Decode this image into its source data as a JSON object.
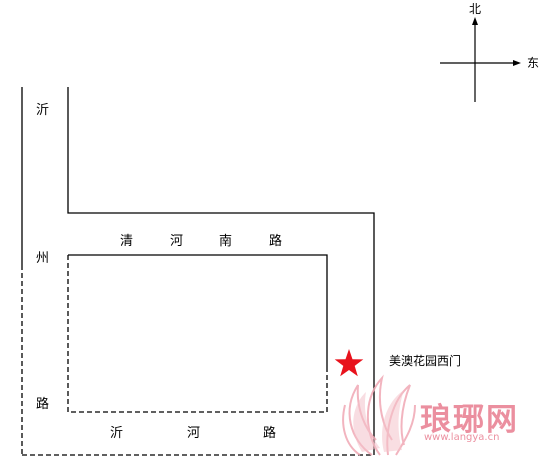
{
  "compass": {
    "north_label": "北",
    "east_label": "东"
  },
  "roads": {
    "yizhou_road": [
      "沂",
      "州",
      "路"
    ],
    "qinghe_south_road": [
      "清",
      "河",
      "南",
      "路"
    ],
    "yihe_road": [
      "沂",
      "河",
      "路"
    ]
  },
  "landmark": {
    "label": "美澳花园西门",
    "marker_icon": "red-star-icon",
    "marker_color": "#e8121c"
  },
  "watermark": {
    "cn_text": "琅琊网",
    "url_text": "www.langya.cn",
    "color": "#e05a6e"
  },
  "colors": {
    "line": "#000000",
    "background": "#ffffff"
  }
}
